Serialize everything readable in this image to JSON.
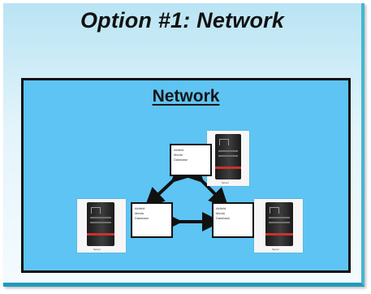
{
  "slide": {
    "title": "Option #1: Network"
  },
  "panel": {
    "title": "Network"
  },
  "nodes": [
    {
      "id": "top",
      "db_lines": [
        "Airfield",
        "Media",
        "Database"
      ],
      "caption": "Server"
    },
    {
      "id": "left",
      "db_lines": [
        "Airfield",
        "Media",
        "Database"
      ],
      "caption": "Server"
    },
    {
      "id": "right",
      "db_lines": [
        "Airfield",
        "Media",
        "Database"
      ],
      "caption": "Server"
    }
  ],
  "colors": {
    "panel_fill": "#5ec4f3",
    "slide_border": "#1f9bbd",
    "server_stripe": "#c9322d"
  }
}
